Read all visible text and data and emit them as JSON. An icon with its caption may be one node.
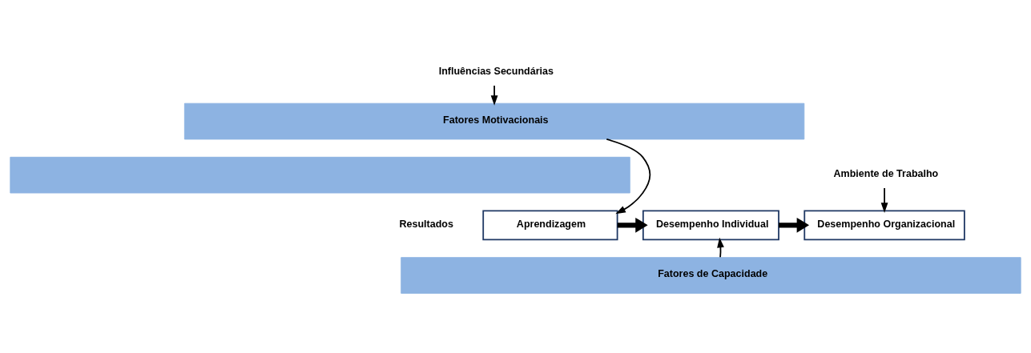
{
  "diagram": {
    "nodes": [
      {
        "text": [
          "Influências Secundárias"
        ]
      },
      {
        "text": [
          "Fatores Motivacionais"
        ]
      },
      {
        "text": [],
        "shape": "bar"
      },
      {
        "text": [
          "Ambiente de Trabalho"
        ]
      },
      {
        "text": [
          "Aprendizagem"
        ]
      },
      {
        "text": [
          "Desempenho Individual"
        ]
      },
      {
        "text": [
          "Desempenho Organizacional"
        ]
      },
      {
        "text": [
          "Fatores de Capacidade"
        ]
      }
    ],
    "edges": [
      {
        "from": 0,
        "to": 1,
        "arrow": "to"
      },
      {
        "from": 1,
        "to": 4,
        "arrow": "to"
      },
      {
        "from": 3,
        "to": 6,
        "arrow": "to"
      },
      {
        "from": 4,
        "to": 5,
        "arrow": "to",
        "style": "thick"
      },
      {
        "from": 5,
        "to": 6,
        "arrow": "to",
        "style": "thick"
      },
      {
        "from": 7,
        "to": 5,
        "arrow": "to"
      }
    ],
    "labels": [
      "Resultados"
    ]
  }
}
